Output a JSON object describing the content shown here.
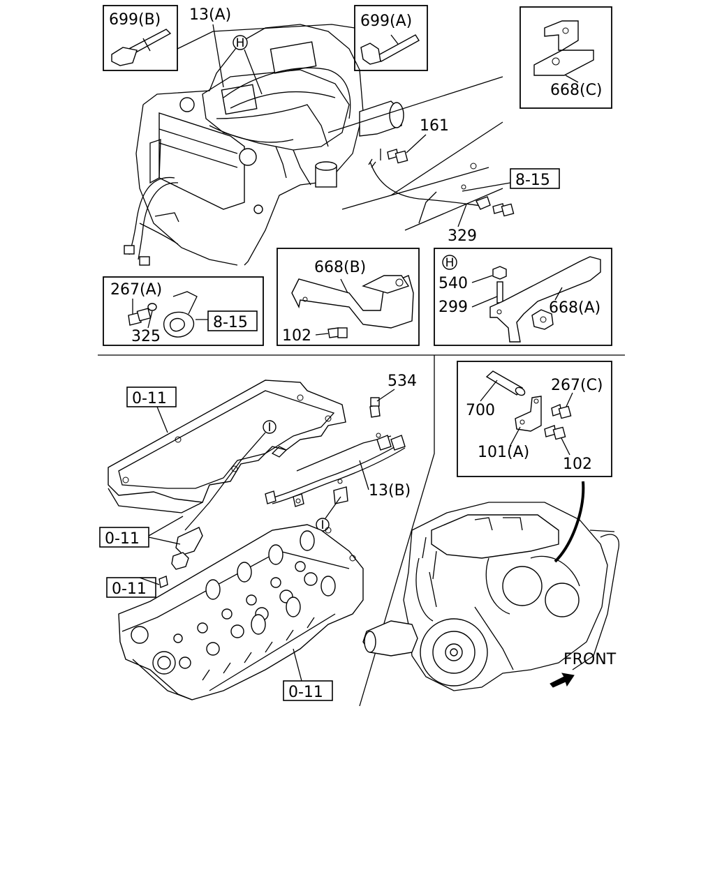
{
  "labels": {
    "p699b": "699(B)",
    "p13a": "13(A)",
    "p699a": "699(A)",
    "p668c": "668(C)",
    "p161": "161",
    "ref815_top": "8-15",
    "p329": "329",
    "p267a": "267(A)",
    "p325": "325",
    "ref815_box": "8-15",
    "p668b": "668(B)",
    "p102_b": "102",
    "markH_main": "H",
    "markH_box": "H",
    "p540": "540",
    "p299": "299",
    "p668a": "668(A)",
    "ref011_a": "0-11",
    "markI_top": "I",
    "p534": "534",
    "p13b": "13(B)",
    "markI_low": "I",
    "ref011_b": "0-11",
    "ref011_c": "0-11",
    "ref011_d": "0-11",
    "p700": "700",
    "p267c": "267(C)",
    "p101a": "101(A)",
    "p102_c": "102",
    "front": "FRONT"
  }
}
